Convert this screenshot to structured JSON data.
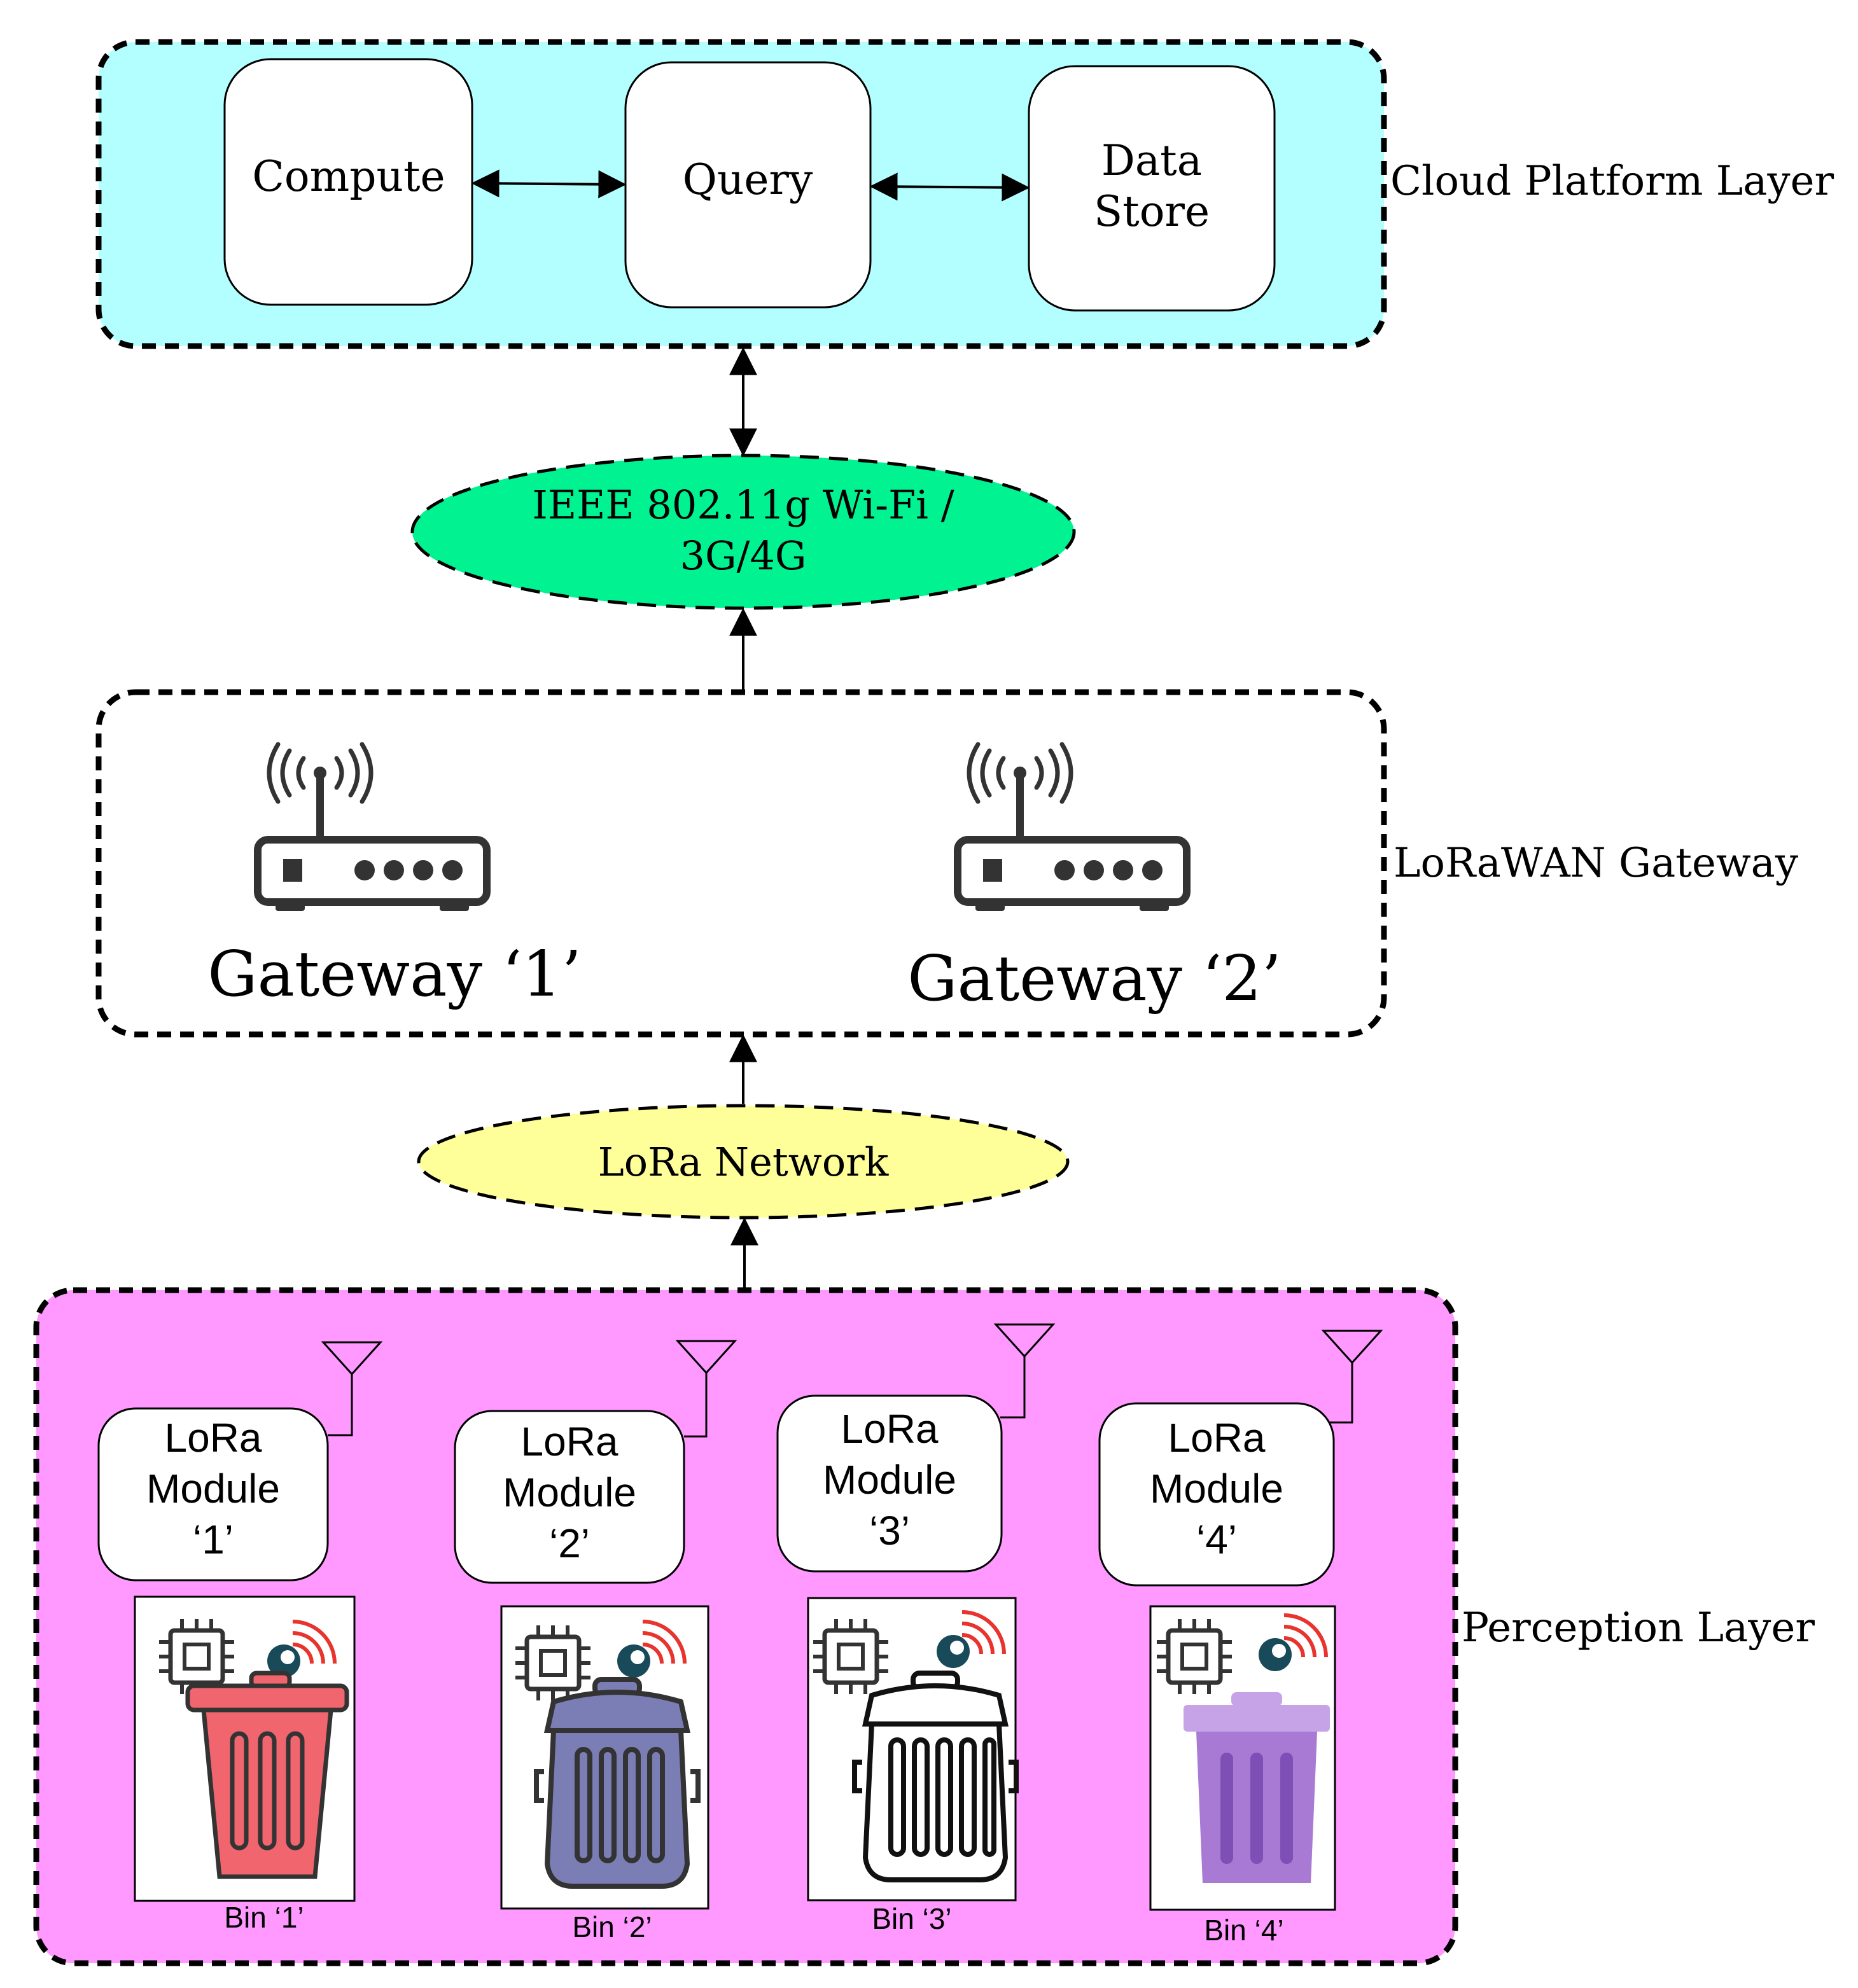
{
  "colors": {
    "cloud_fill": "#b3ffff",
    "network1_fill": "#00f291",
    "network2_fill": "#ffff99",
    "perception_fill": "#ff99ff",
    "bin1": "#f0656e",
    "bin2": "#7b7db5",
    "bin3": "#ffffff",
    "bin4": "#a97ad4",
    "bin4_light": "#c5a3e6",
    "signal": "#e8332e",
    "sensor": "#184a5a"
  },
  "cloud": {
    "layer_label": "Cloud Platform Layer",
    "compute": "Compute",
    "query": "Query",
    "datastore_line1": "Data",
    "datastore_line2": "Store"
  },
  "wifi": {
    "line1": "IEEE 802.11g Wi-Fi /",
    "line2": "3G/4G"
  },
  "gateway": {
    "layer_label": "LoRaWAN Gateway",
    "g1_label": "Gateway ‘1’",
    "g2_label": "Gateway ‘2’",
    "router_icon": "wifi-router-icon"
  },
  "lora_network": {
    "label": "LoRa Network"
  },
  "perception": {
    "layer_label": "Perception Layer",
    "modules": [
      {
        "line1": "LoRa",
        "line2": "Module",
        "line3": "‘1’"
      },
      {
        "line1": "LoRa",
        "line2": "Module",
        "line3": "‘2’"
      },
      {
        "line1": "LoRa",
        "line2": "Module",
        "line3": "‘3’"
      },
      {
        "line1": "LoRa",
        "line2": "Module",
        "line3": "‘4’"
      }
    ],
    "bins": [
      {
        "label": "Bin ‘1’"
      },
      {
        "label": "Bin ‘2’"
      },
      {
        "label": "Bin ‘3’"
      },
      {
        "label": "Bin ‘4’"
      }
    ]
  }
}
